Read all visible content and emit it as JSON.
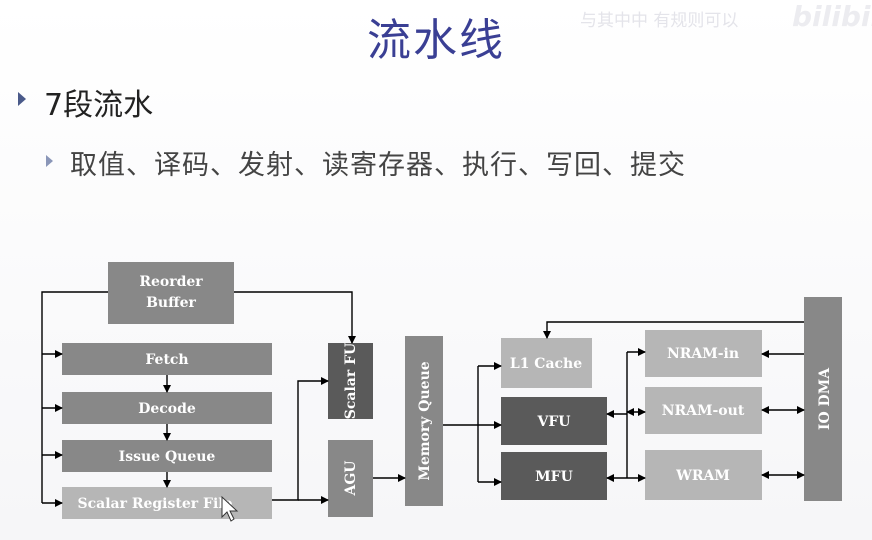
{
  "title": "流水线",
  "watermark": "与其中中 有规则可以",
  "brand": "bilibili",
  "bullet_main": "7段流水",
  "bullet_sub": "取值、译码、发射、读寄存器、执行、写回、提交",
  "diagram": {
    "reorder_buffer": [
      "Reorder",
      "Buffer"
    ],
    "fetch": "Fetch",
    "decode": "Decode",
    "issue_queue": "Issue Queue",
    "scalar_register_file": "Scalar Register File",
    "scalar_fu": "Scalar FU",
    "agu": "AGU",
    "memory_queue": "Memory Queue",
    "l1_cache": "L1 Cache",
    "vfu": "VFU",
    "mfu": "MFU",
    "nram_in": "NRAM-in",
    "nram_out": "NRAM-out",
    "wram": "WRAM",
    "io_dma": "IO DMA"
  },
  "colors": {
    "title": "#3a3f94",
    "dark_box": "#5a5a5a",
    "mid_box": "#8a8a8a",
    "light_box": "#b4b4b4"
  }
}
